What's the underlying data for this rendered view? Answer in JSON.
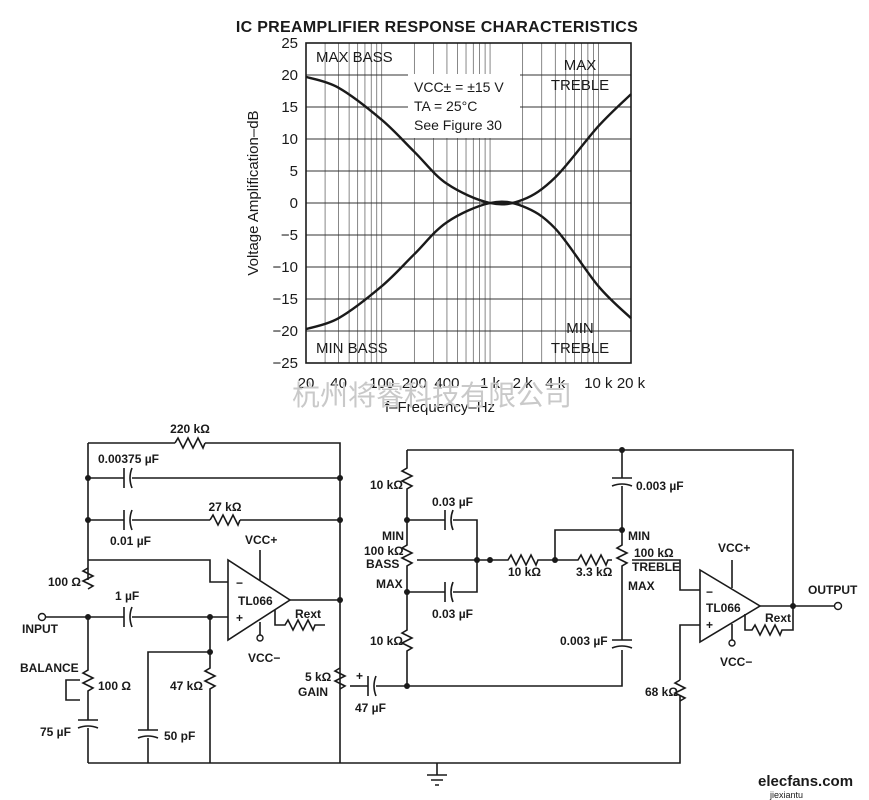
{
  "chart_data": {
    "type": "line",
    "title": "IC PREAMPLIFIER RESPONSE CHARACTERISTICS",
    "xlabel": "f–Frequency–Hz",
    "ylabel": "Voltage Amplification–dB",
    "xscale": "log",
    "xlim": [
      20,
      20000
    ],
    "ylim": [
      -25,
      25
    ],
    "y_ticks": [
      "25",
      "20",
      "15",
      "10",
      "5",
      "0",
      "−5",
      "−10",
      "−15",
      "−20",
      "−25"
    ],
    "x_ticks": [
      "20",
      "40",
      "100",
      "200",
      "400",
      "1 k",
      "2 k",
      "4 k",
      "10 k",
      "20 k"
    ],
    "grid": true,
    "annotations": {
      "max_bass": "MAX BASS",
      "min_bass": "MIN BASS",
      "max_treble_1": "MAX",
      "max_treble_2": "TREBLE",
      "min_treble_1": "MIN",
      "min_treble_2": "TREBLE",
      "cond_vcc": "VCC± = ±15 V",
      "cond_ta": "TA = 25°C",
      "cond_fig": "See Figure 30"
    },
    "series": [
      {
        "x": [
          20,
          40,
          100,
          200,
          400,
          1000,
          2000,
          4000,
          10000,
          20000
        ],
        "y": [
          19.7,
          18,
          13,
          8,
          3,
          0,
          0.5,
          4,
          12,
          17
        ]
      },
      {
        "x": [
          20,
          40,
          100,
          200,
          400,
          1000,
          2000,
          4000,
          10000,
          20000
        ],
        "y": [
          -19.7,
          -18,
          -13,
          -8,
          -3,
          0,
          -0.5,
          -4,
          -13,
          -18
        ]
      }
    ]
  },
  "schematic": {
    "r_220k": "220 kΩ",
    "c_00375": "0.00375 µF",
    "c_001": "0.01 µF",
    "r_27k": "27 kΩ",
    "vcc_plus_1": "VCC+",
    "vcc_minus_1": "VCC−",
    "r_100": "100 Ω",
    "c_1u": "1 µF",
    "input": "INPUT",
    "opamp_1": "TL066",
    "rext_1": "Rext",
    "balance": "BALANCE",
    "r_100b": "100 Ω",
    "r_47k": "47 kΩ",
    "c_75u": "75 µF",
    "c_50p": "50 pF",
    "gain_1": "5 kΩ",
    "gain_2": "GAIN",
    "c_47u": "47 µF",
    "r_10k_top": "10 kΩ",
    "min_bass": "MIN",
    "bass_1": "100 kΩ",
    "bass_2": "BASS",
    "max_bass": "MAX",
    "c_003_top": "0.03 µF",
    "c_003_bot": "0.03 µF",
    "r_10k_mid": "10 kΩ",
    "r_10k_bot": "10 kΩ",
    "r_33k": "3.3 kΩ",
    "c_0003_top": "0.003 µF",
    "c_0003_bot": "0.003 µF",
    "min_treble": "MIN",
    "treble_1": "100 kΩ",
    "treble_2": "TREBLE",
    "max_treble": "MAX",
    "vcc_plus_2": "VCC+",
    "vcc_minus_2": "VCC−",
    "opamp_2": "TL066",
    "rext_2": "Rext",
    "output": "OUTPUT",
    "r_68k": "68 kΩ",
    "plus": "+"
  },
  "watermark": "杭州将睿科技有限公司",
  "logo": {
    "text": "elecfans.com",
    "sub": "jiexiantu"
  }
}
